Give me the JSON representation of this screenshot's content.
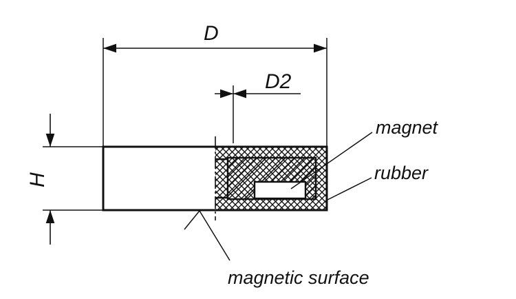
{
  "dimensions": {
    "diameter": "D",
    "inner_diameter": "D2",
    "height": "H"
  },
  "callouts": {
    "magnet": "magnet",
    "rubber": "rubber",
    "magnetic_surface": "magnetic surface"
  }
}
